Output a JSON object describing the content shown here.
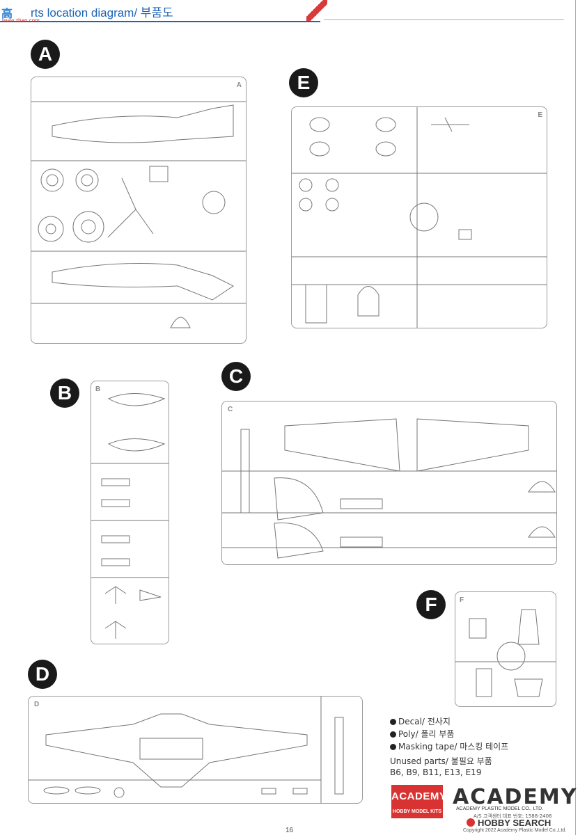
{
  "header": {
    "title": "rts location diagram/ 부품도",
    "watermark": "高",
    "watermark_sub": "www.zhan.com"
  },
  "sprues": {
    "A": {
      "letter": "A",
      "corner": "A"
    },
    "B": {
      "letter": "B",
      "corner": "B"
    },
    "C": {
      "letter": "C",
      "corner": "C"
    },
    "D": {
      "letter": "D",
      "corner": "D"
    },
    "E": {
      "letter": "E",
      "corner": "E"
    },
    "F": {
      "letter": "F",
      "corner": "F"
    }
  },
  "legend": {
    "decal": "Decal/ 전사지",
    "poly": "Poly/ 폴리 부품",
    "masking": "Masking tape/ 마스킹 테이프"
  },
  "unused": {
    "title": "Unused parts/ 불필요 부품",
    "parts": "B6, B9, B11, E13, E19"
  },
  "footer": {
    "logo_big": "ACADEMY",
    "logo_small": "HOBBY MODEL KITS",
    "brand": "ACADEMY",
    "brand_sub": "ACADEMY PLASTIC MODEL CO., LTD.",
    "brand_as": "A/S 고객센터 대표 번호: 1588-2406",
    "hobby": "HOBBY SEARCH",
    "copyright": "Copyright 2022 Academy Plastic Model Co.,Ltd.",
    "page": "16"
  },
  "colors": {
    "accent_blue": "#1e63b5",
    "accent_red": "#d83232",
    "sprue_line": "#9a9a9a"
  }
}
